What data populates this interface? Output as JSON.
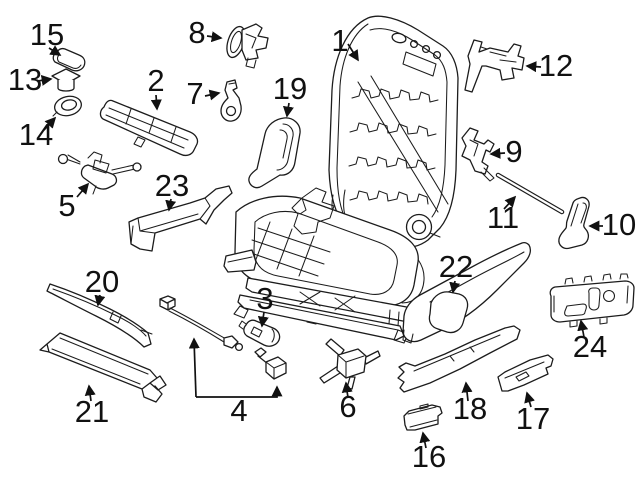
{
  "diagram": {
    "type": "exploded-parts-diagram",
    "subject": "vehicle-front-seat-components",
    "background": "#ffffff",
    "line_color": "#1c1c1c",
    "callouts": [
      {
        "label": "1"
      },
      {
        "label": "2"
      },
      {
        "label": "3"
      },
      {
        "label": "4"
      },
      {
        "label": "5"
      },
      {
        "label": "6"
      },
      {
        "label": "7"
      },
      {
        "label": "8"
      },
      {
        "label": "9"
      },
      {
        "label": "10"
      },
      {
        "label": "11"
      },
      {
        "label": "12"
      },
      {
        "label": "13"
      },
      {
        "label": "14"
      },
      {
        "label": "15"
      },
      {
        "label": "16"
      },
      {
        "label": "17"
      },
      {
        "label": "18"
      },
      {
        "label": "19"
      },
      {
        "label": "20"
      },
      {
        "label": "21"
      },
      {
        "label": "22"
      },
      {
        "label": "23"
      },
      {
        "label": "24"
      }
    ]
  }
}
